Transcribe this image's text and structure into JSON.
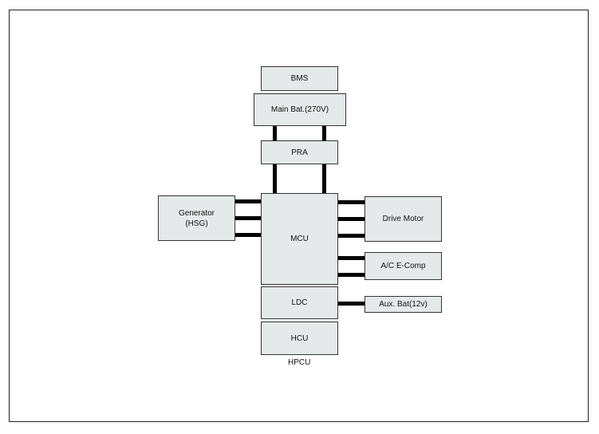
{
  "diagram": {
    "boxes": {
      "bms": "BMS",
      "main_battery": "Main Bat.(270V)",
      "pra": "PRA",
      "generator_line1": "Generator",
      "generator_line2": "(HSG)",
      "mcu": "MCU",
      "drive_motor": "Drive Motor",
      "ac_ecomp": "A/C E-Comp",
      "ldc": "LDC",
      "aux_battery": "Aux. Bat(12v)",
      "hcu": "HCU"
    },
    "group_label": "HPCU"
  }
}
